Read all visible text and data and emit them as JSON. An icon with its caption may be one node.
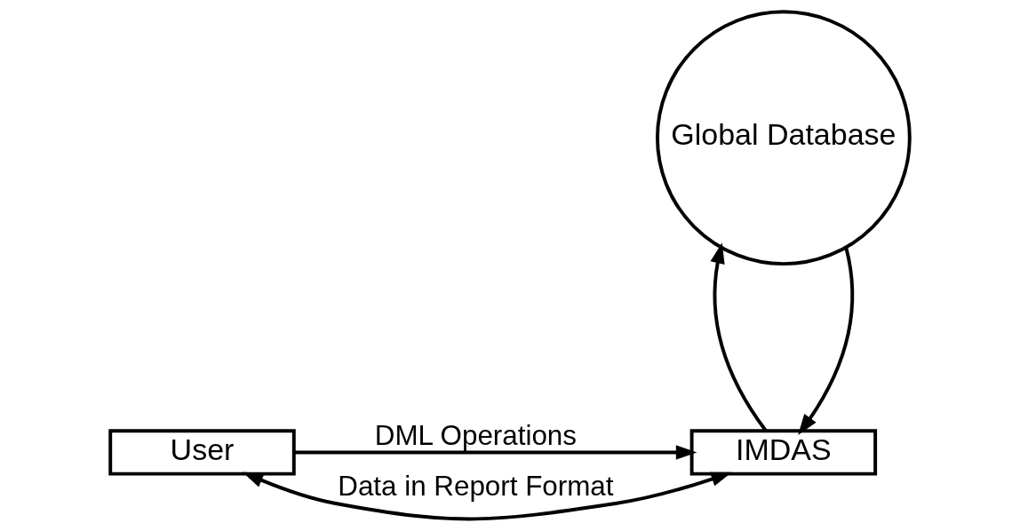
{
  "diagram": {
    "nodes": [
      {
        "text": [
          "User"
        ]
      },
      {
        "text": [
          "IMDAS"
        ]
      },
      {
        "text": [
          "Global Database"
        ]
      }
    ],
    "edges": [
      {
        "from": 0,
        "to": 1,
        "arrow": "to",
        "label": "DML Operations"
      },
      {
        "from": 0,
        "to": 1,
        "arrow": "both",
        "label": "Data in Report Format"
      },
      {
        "from": 2,
        "to": 1,
        "arrow": "to"
      },
      {
        "from": 1,
        "to": 2,
        "arrow": "to"
      }
    ]
  }
}
